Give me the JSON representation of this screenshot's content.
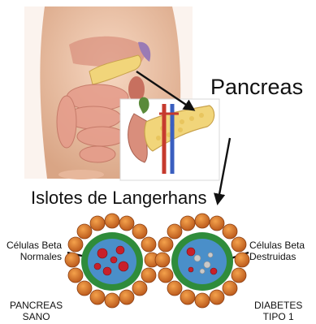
{
  "labels": {
    "pancreas": "Pancreas",
    "islets": "Islotes de Langerhans",
    "normal_cells": [
      "Células Beta",
      "Normales"
    ],
    "destroyed_cells": [
      "Células Beta",
      "Destruidas"
    ],
    "healthy": [
      "PANCREAS",
      "SANO"
    ],
    "type1": [
      "DIABETES",
      "TIPO 1"
    ]
  },
  "colors": {
    "skin": "#f1c8ac",
    "skin_shadow": "#d9a585",
    "organ_pink": "#e59b8a",
    "pancreas_yellow": "#f1d57a",
    "vessel_red": "#c63a2e",
    "vessel_blue": "#3a5fc0",
    "islet_orange": "#e8812a",
    "islet_ring_green": "#2f8c3b",
    "islet_core_blue": "#4a8fc9",
    "cell_red": "#c8202a",
    "arrow": "#111111"
  }
}
